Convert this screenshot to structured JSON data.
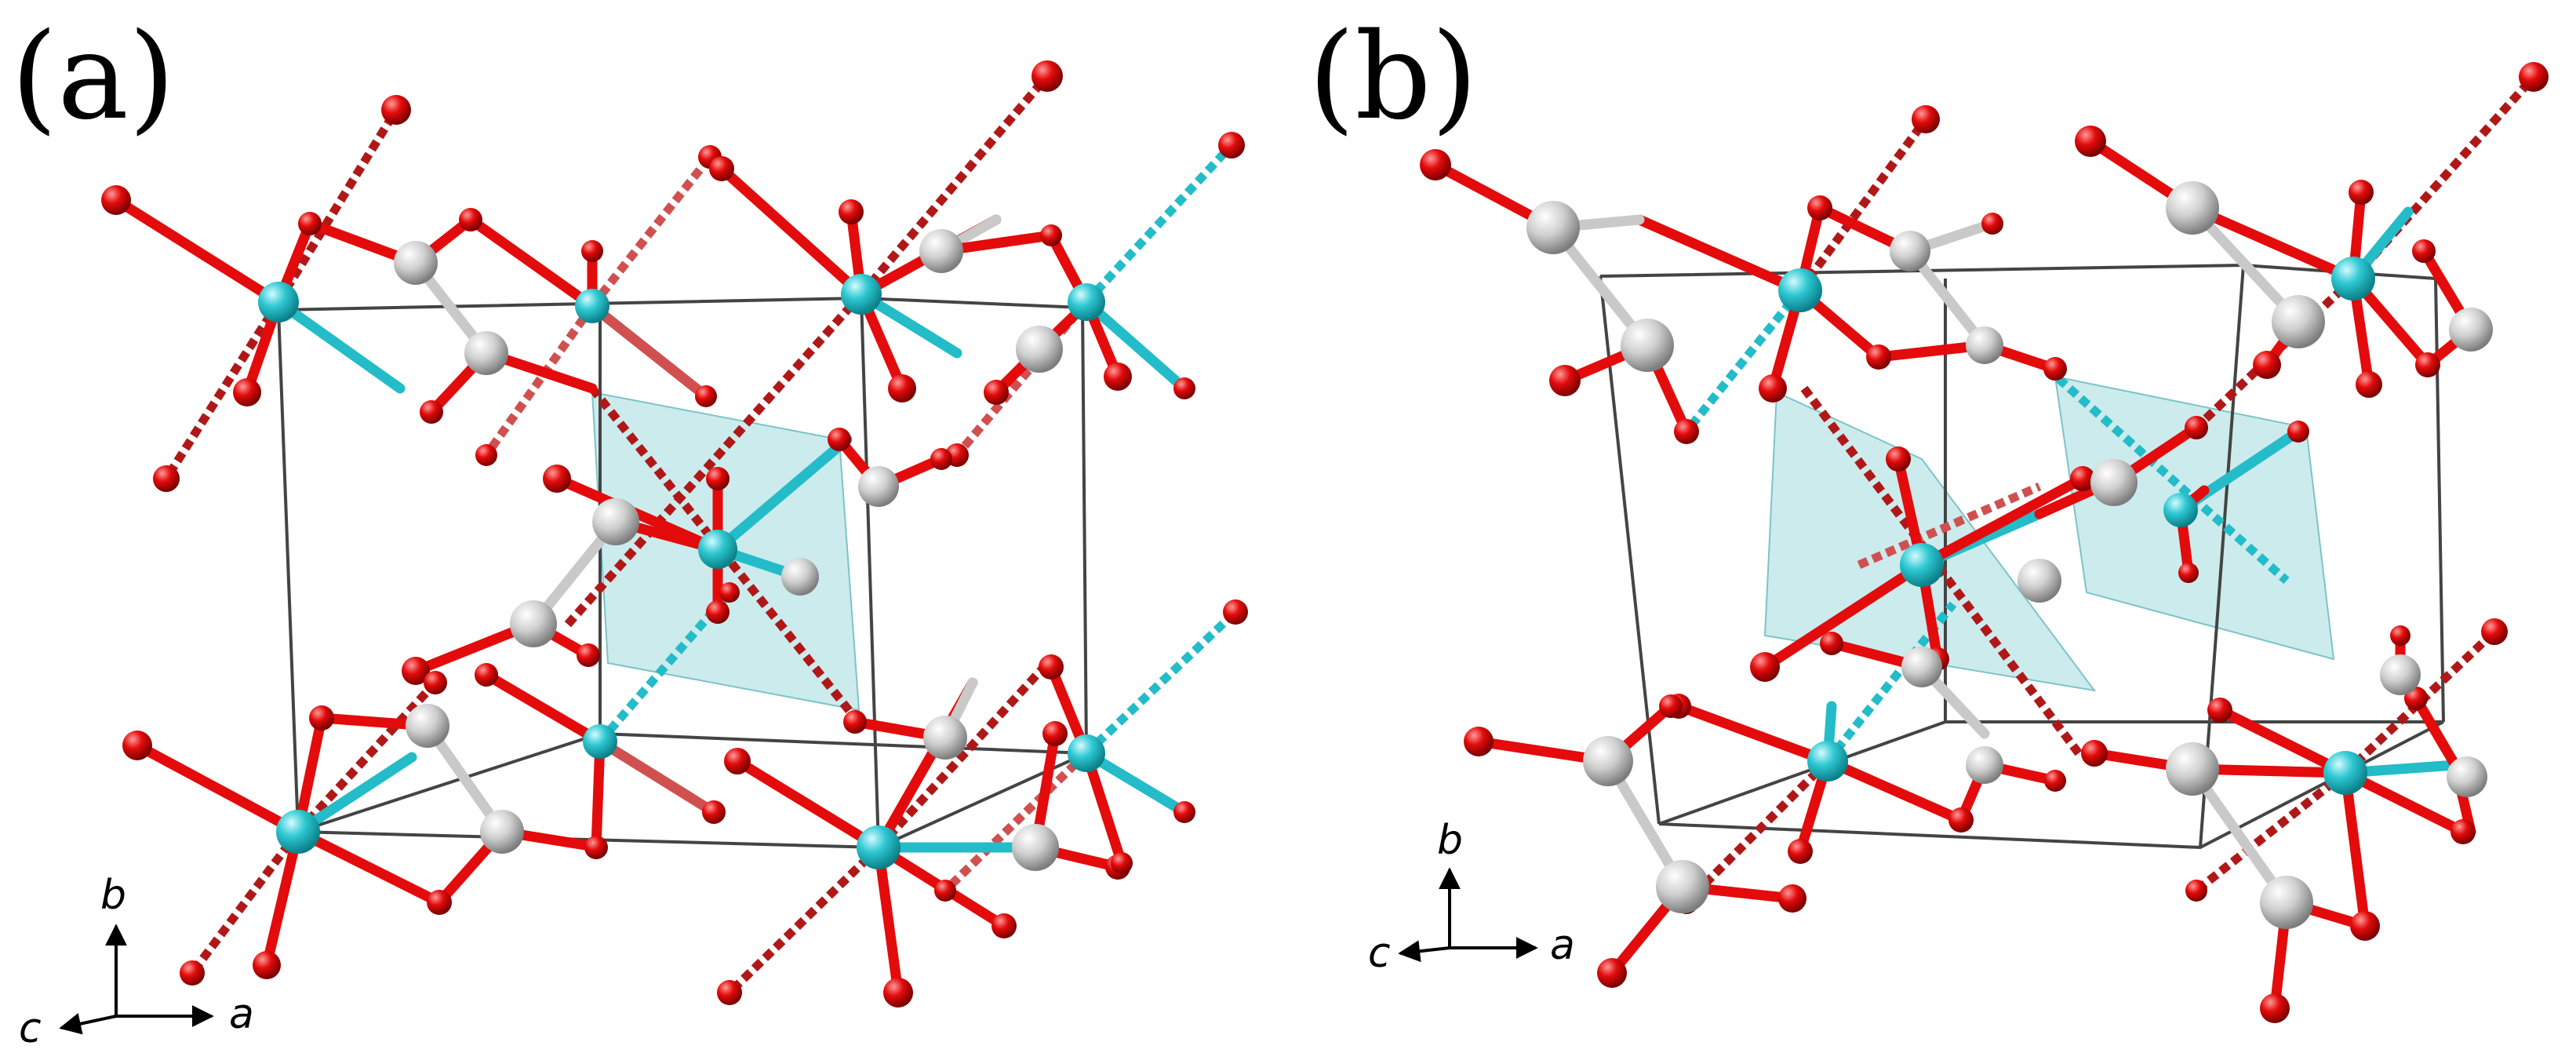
{
  "panels": [
    {
      "id": "a",
      "label": "(a)",
      "axes": {
        "vertical": "b",
        "depth": "c",
        "horizontal": "a"
      }
    },
    {
      "id": "b",
      "label": "(b)",
      "axes": {
        "vertical": "b",
        "depth": "c",
        "horizontal": "a"
      }
    }
  ],
  "colors": {
    "metal": "#2ec8d2",
    "oxygen": "#e30b0b",
    "carbon": "#c9c9c9",
    "hydrogen_bond": "#b01818",
    "cell_edge": "#444444",
    "polyhedron": "#8fd3d6"
  }
}
